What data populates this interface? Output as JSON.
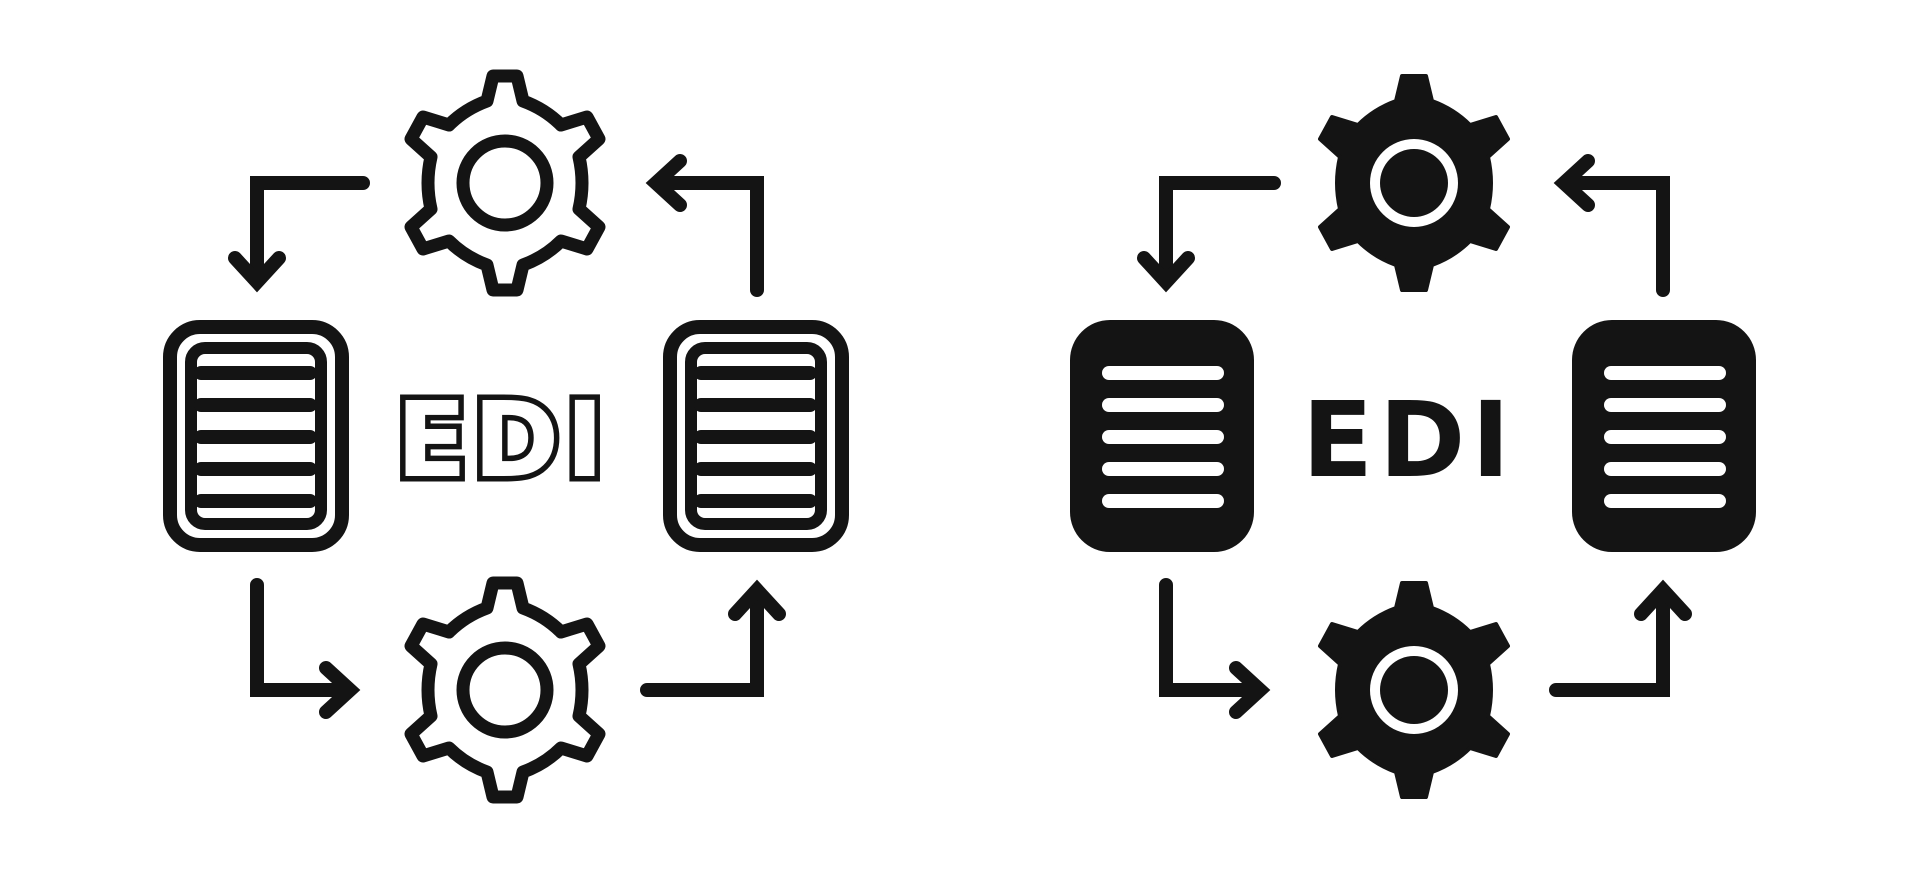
{
  "variants": [
    {
      "style": "outline",
      "label": "EDI"
    },
    {
      "style": "solid",
      "label": "EDI"
    }
  ],
  "colors": {
    "ink": "#141414",
    "background": "#ffffff"
  },
  "icons": [
    "document-icon",
    "gear-icon",
    "arrow-icon"
  ]
}
